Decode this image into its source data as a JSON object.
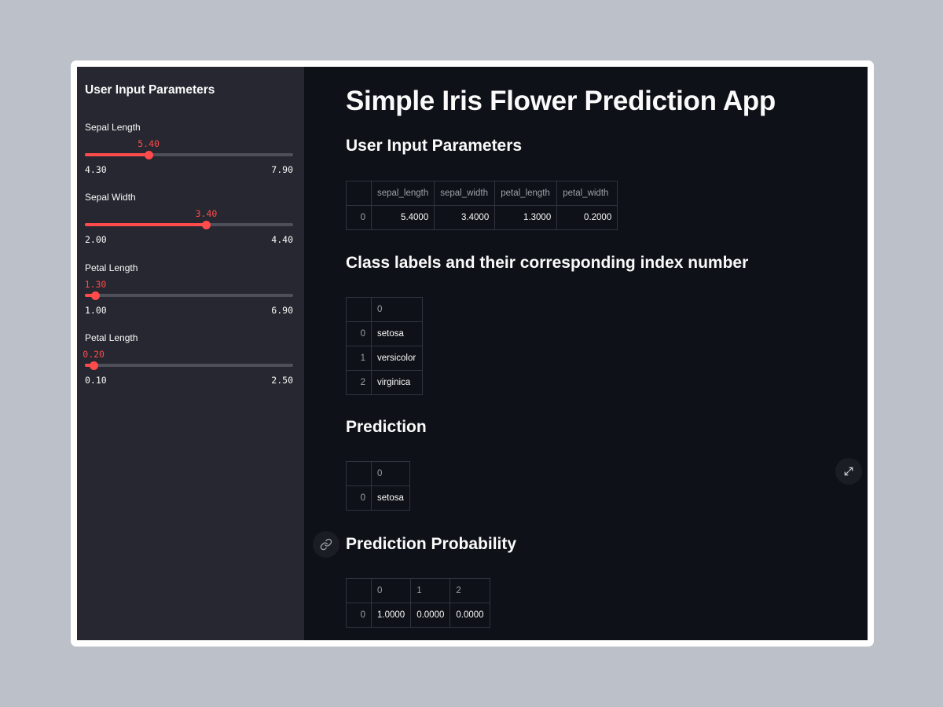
{
  "sidebar": {
    "title": "User Input Parameters",
    "sliders": [
      {
        "label": "Sepal Length",
        "value": "5.40",
        "min": "4.30",
        "max": "7.90",
        "fraction": 0.306
      },
      {
        "label": "Sepal Width",
        "value": "3.40",
        "min": "2.00",
        "max": "4.40",
        "fraction": 0.583
      },
      {
        "label": "Petal Length",
        "value": "1.30",
        "min": "1.00",
        "max": "6.90",
        "fraction": 0.051
      },
      {
        "label": "Petal Length",
        "value": "0.20",
        "min": "0.10",
        "max": "2.50",
        "fraction": 0.042
      }
    ]
  },
  "main": {
    "title": "Simple Iris Flower Prediction App",
    "sections": {
      "input": {
        "heading": "User Input Parameters",
        "columns": [
          "",
          "sepal_length",
          "sepal_width",
          "petal_length",
          "petal_width"
        ],
        "rows": [
          [
            "0",
            "5.4000",
            "3.4000",
            "1.3000",
            "0.2000"
          ]
        ]
      },
      "classes": {
        "heading": "Class labels and their corresponding index number",
        "columns": [
          "",
          "0"
        ],
        "rows": [
          [
            "0",
            "setosa"
          ],
          [
            "1",
            "versicolor"
          ],
          [
            "2",
            "virginica"
          ]
        ]
      },
      "prediction": {
        "heading": "Prediction",
        "columns": [
          "",
          "0"
        ],
        "rows": [
          [
            "0",
            "setosa"
          ]
        ]
      },
      "probability": {
        "heading": "Prediction Probability",
        "columns": [
          "",
          "0",
          "1",
          "2"
        ],
        "rows": [
          [
            "0",
            "1.0000",
            "0.0000",
            "0.0000"
          ]
        ]
      }
    }
  },
  "icons": {
    "link": "link-icon",
    "fullscreen": "fullscreen-icon"
  },
  "colors": {
    "accent": "#ff4b4b",
    "sidebar_bg": "#262730",
    "main_bg": "#0e1117",
    "text": "#fafafa"
  }
}
